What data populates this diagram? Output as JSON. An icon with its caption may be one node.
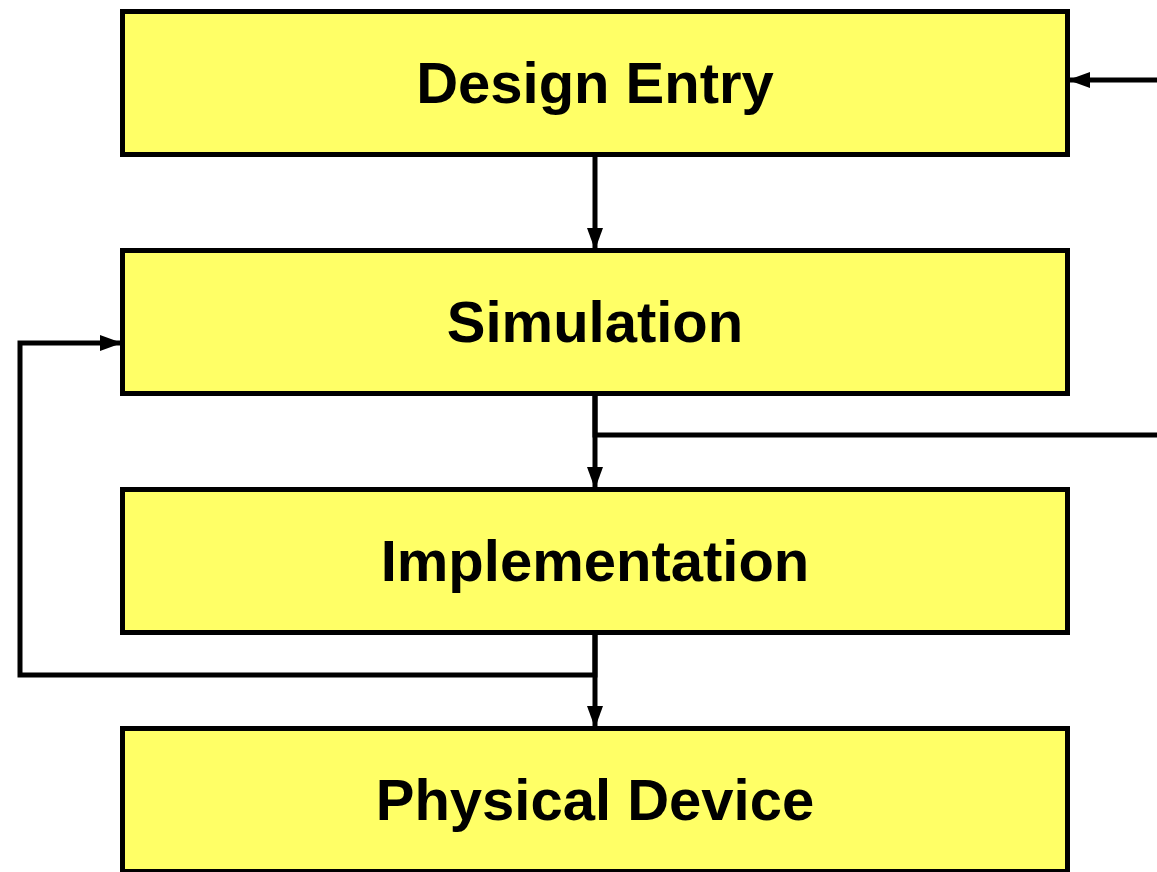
{
  "diagram": {
    "nodes": [
      {
        "text": [
          "Design Entry"
        ]
      },
      {
        "text": [
          "Simulation"
        ]
      },
      {
        "text": [
          "Implementation"
        ]
      },
      {
        "text": [
          "Physical Device"
        ]
      }
    ],
    "edges": [
      {
        "from": 0,
        "to": 1,
        "arrow": "to"
      },
      {
        "from": 1,
        "to": 2,
        "arrow": "to"
      },
      {
        "from": 2,
        "to": 3,
        "arrow": "to"
      },
      {
        "from": null,
        "to": 0,
        "arrow": "to"
      },
      {
        "from": 1,
        "to": null,
        "arrow": "none"
      },
      {
        "from": 2,
        "to": 1,
        "arrow": "to"
      }
    ]
  }
}
